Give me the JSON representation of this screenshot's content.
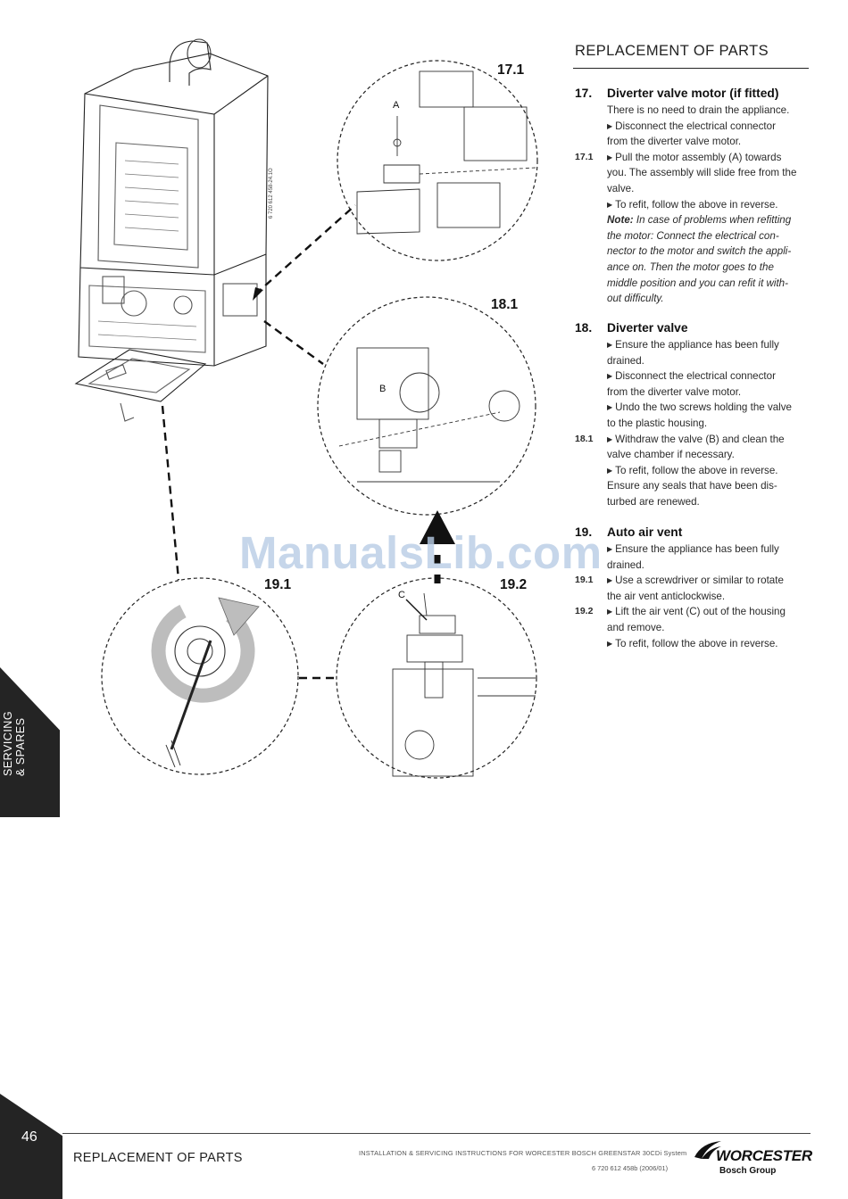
{
  "header": {
    "section_title": "REPLACEMENT OF PARTS"
  },
  "figures": {
    "f171": "17.1",
    "f181": "18.1",
    "f191": "19.1",
    "f192": "19.2",
    "callout_a": "A",
    "callout_b": "B",
    "callout_c": "C",
    "drawing_code": "6 720 612 458-24.1O"
  },
  "watermark": "ManualsLib.com",
  "sections": {
    "s17": {
      "num": "17.",
      "title": "Diverter valve motor (if fitted)",
      "p1": "There is no need to drain the appliance.",
      "p2a": "Disconnect the electrical connector",
      "p2b": "from the diverter valve motor.",
      "ref1": "17.1",
      "p3a": "Pull the motor assembly (A) towards",
      "p3b": "you. The assembly will slide free from the",
      "p3c": "valve.",
      "p4": "To refit, follow the above in reverse.",
      "note_label": "Note:",
      "note_a": " In case of problems when refitting",
      "note_b": "the motor: Connect the electrical con-",
      "note_c": "nector to the motor and switch the appli-",
      "note_d": "ance on. Then the motor goes to the",
      "note_e": "middle position and you can refit it with-",
      "note_f": "out difficulty."
    },
    "s18": {
      "num": "18.",
      "title": "Diverter valve",
      "p1a": "Ensure the appliance has been fully",
      "p1b": "drained.",
      "p2a": "Disconnect the electrical connector",
      "p2b": "from the diverter valve motor.",
      "p3a": "Undo the two screws holding the valve",
      "p3b": "to the plastic housing.",
      "ref1": "18.1",
      "p4a": "Withdraw the valve (B) and clean the",
      "p4b": "valve chamber if necessary.",
      "p5a": "To refit, follow the above in reverse.",
      "p5b": "Ensure any seals that have been dis-",
      "p5c": "turbed are renewed."
    },
    "s19": {
      "num": "19.",
      "title": "Auto air vent",
      "p1a": "Ensure the appliance has been fully",
      "p1b": "drained.",
      "ref1": "19.1",
      "p2a": "Use a screwdriver or similar to rotate",
      "p2b": "the air vent anticlockwise.",
      "ref2": "19.2",
      "p3a": "Lift the air vent (C) out of the housing",
      "p3b": "and remove.",
      "p4": "To refit, follow the above in reverse."
    }
  },
  "side_tab": {
    "line1": "SERVICING",
    "line2": "& SPARES"
  },
  "footer": {
    "page_number": "46",
    "section": "REPLACEMENT OF PARTS",
    "doc_title": "INSTALLATION & SERVICING INSTRUCTIONS FOR WORCESTER BOSCH GREENSTAR 30CDi System",
    "doc_code": "6 720 612 458b (2006/01)",
    "brand": "WORCESTER",
    "brand_sub": "Bosch Group"
  }
}
